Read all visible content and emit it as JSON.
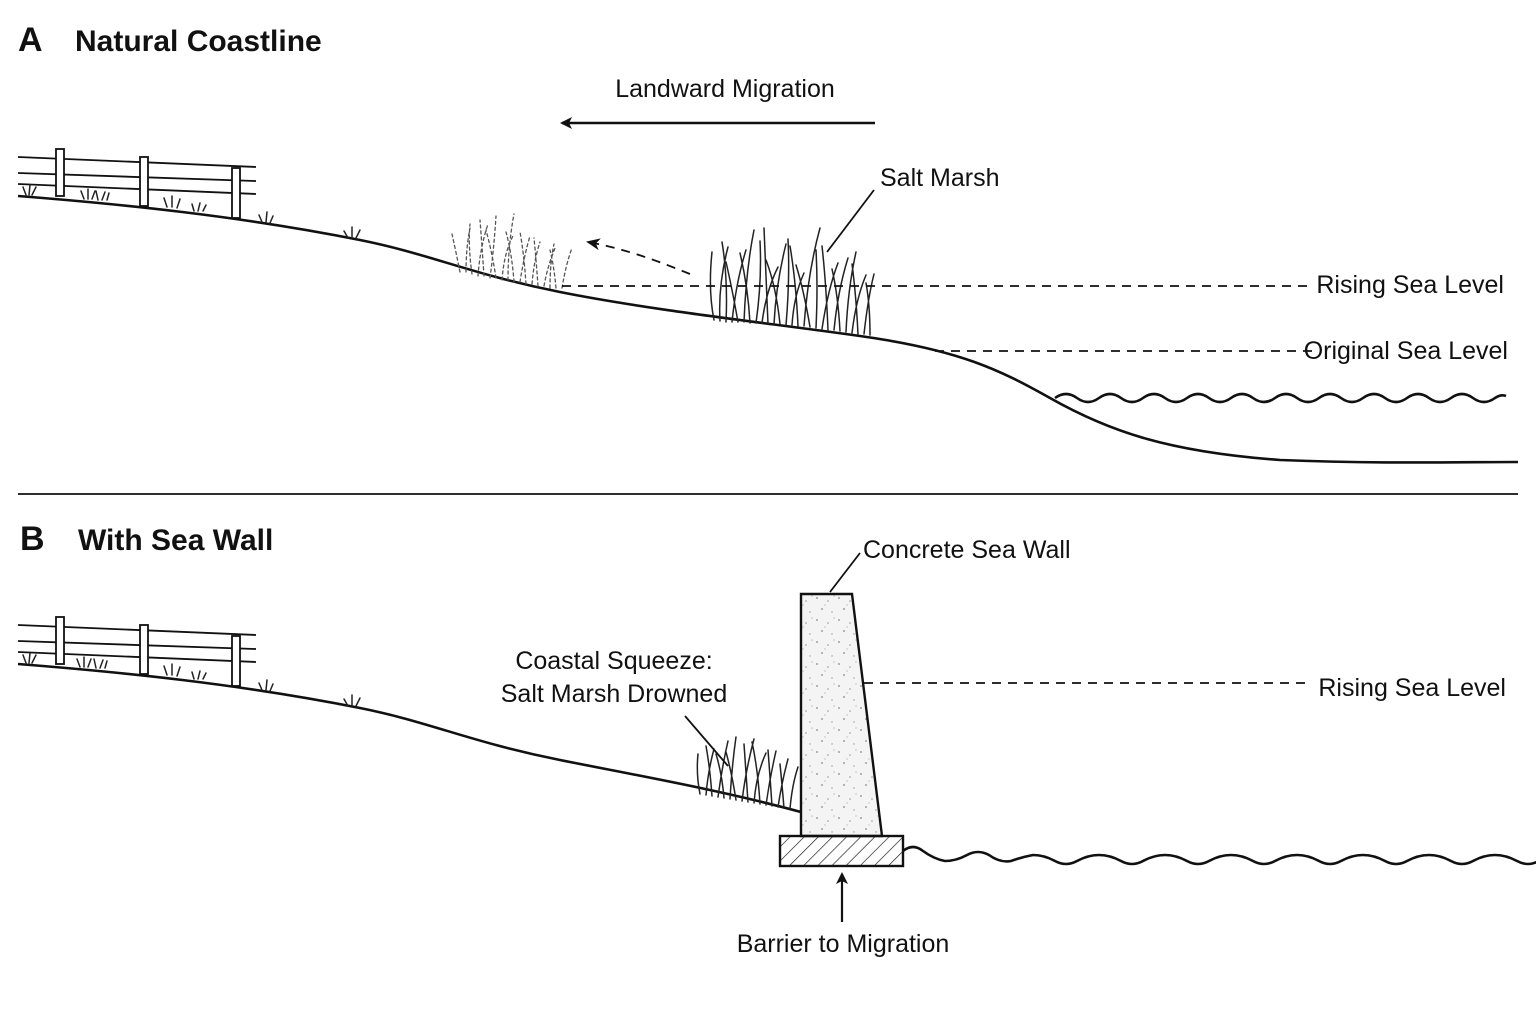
{
  "panel_a": {
    "letter": "A",
    "title": "Natural Coastline",
    "migration_label": "Landward Migration",
    "salt_marsh_label": "Salt Marsh",
    "rising_sea_level_label": "Rising Sea Level",
    "original_sea_level_label": "Original Sea Level"
  },
  "panel_b": {
    "letter": "B",
    "title": "With Sea Wall",
    "sea_wall_label": "Concrete Sea Wall",
    "squeeze_label_line1": "Coastal Squeeze:",
    "squeeze_label_line2": "Salt Marsh Drowned",
    "rising_sea_level_label": "Rising Sea Level",
    "barrier_label": "Barrier to Migration"
  },
  "icons": [
    "fence-icon",
    "grass-tuft-icon",
    "salt-marsh-grass-icon",
    "sea-wall-icon",
    "wave-icon",
    "arrow-icon"
  ]
}
